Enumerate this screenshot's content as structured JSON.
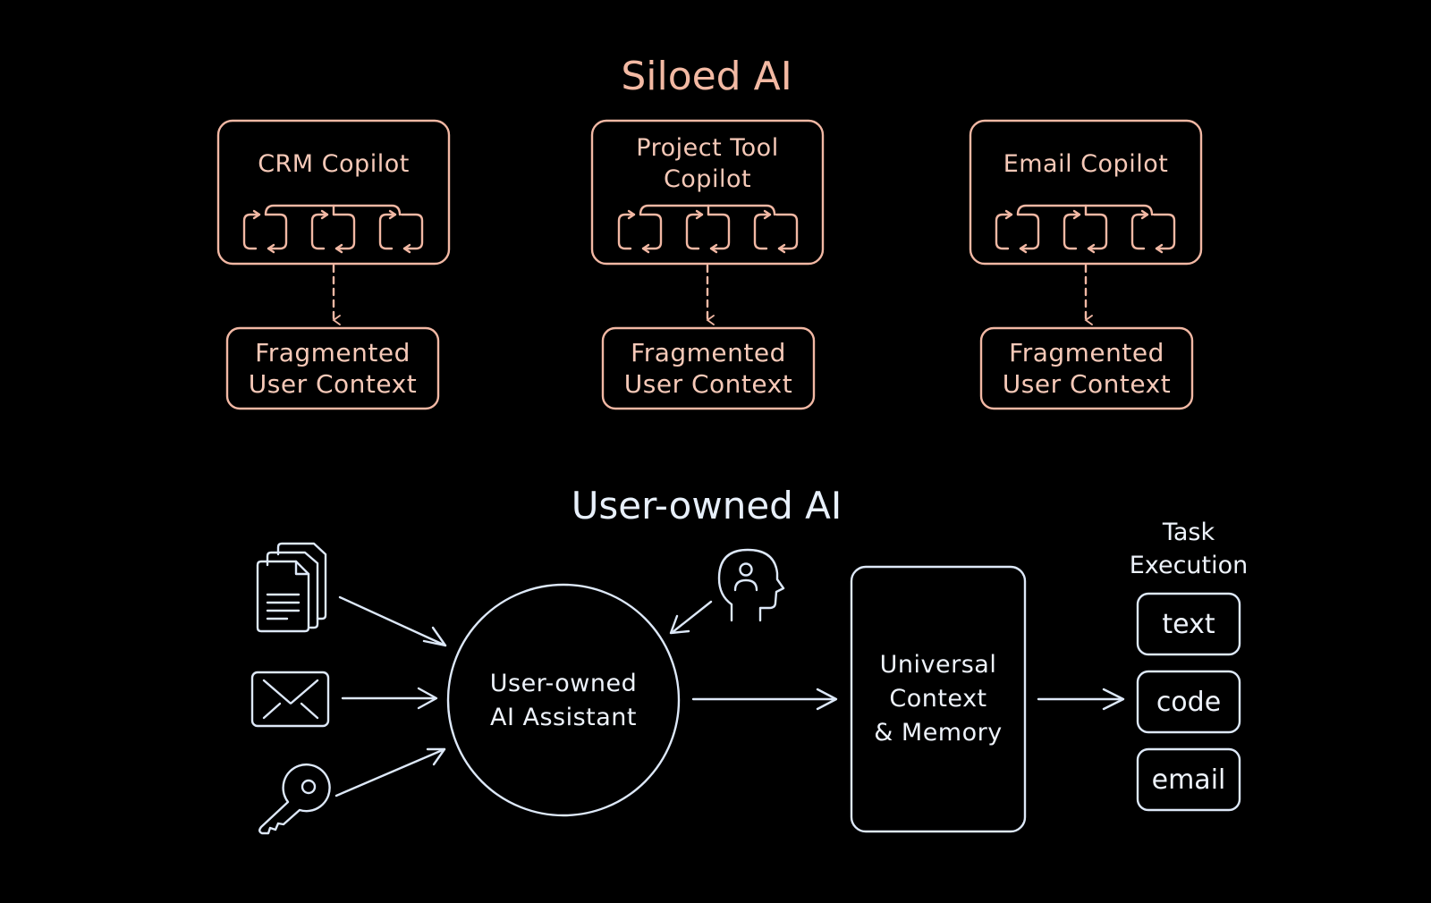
{
  "colors": {
    "background": "#000000",
    "siloed_accent": "#f2b8a4",
    "user_owned_accent": "#dde8f8"
  },
  "siloed": {
    "title": "Siloed AI",
    "copilots": [
      {
        "label_lines": [
          "CRM Copilot"
        ],
        "loop_icon": "cycle-loops-icon",
        "output": {
          "lines": [
            "Fragmented",
            "User Context"
          ]
        }
      },
      {
        "label_lines": [
          "Project Tool",
          "Copilot"
        ],
        "loop_icon": "cycle-loops-icon",
        "output": {
          "lines": [
            "Fragmented",
            "User Context"
          ]
        }
      },
      {
        "label_lines": [
          "Email Copilot"
        ],
        "loop_icon": "cycle-loops-icon",
        "output": {
          "lines": [
            "Fragmented",
            "User Context"
          ]
        }
      }
    ]
  },
  "user_owned": {
    "title": "User-owned AI",
    "inputs": [
      {
        "icon": "documents-icon"
      },
      {
        "icon": "envelope-icon"
      },
      {
        "icon": "key-icon"
      },
      {
        "icon": "user-head-icon"
      }
    ],
    "assistant": {
      "lines": [
        "User-owned",
        "AI Assistant"
      ]
    },
    "memory": {
      "lines": [
        "Universal",
        "Context",
        "& Memory"
      ]
    },
    "task_execution": {
      "title_lines": [
        "Task",
        "Execution"
      ],
      "outputs": [
        "text",
        "code",
        "email"
      ]
    }
  }
}
